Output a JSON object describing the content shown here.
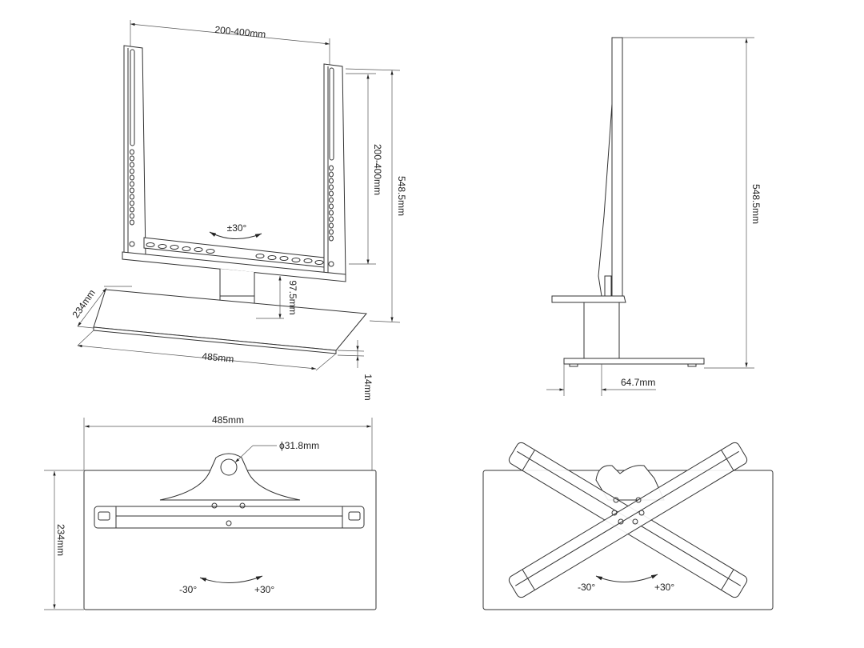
{
  "title": "TV stand dimension drawing",
  "front_view": {
    "width_range": "200-400mm",
    "height_range": "200-400mm",
    "total_height": "548.5mm",
    "swivel": "±30°",
    "column_height": "97.5mm",
    "base_depth": "234mm",
    "base_width": "485mm",
    "base_thickness": "14mm"
  },
  "side_view": {
    "total_height": "548.5mm",
    "offset": "64.7mm"
  },
  "top_view": {
    "base_width": "485mm",
    "base_depth": "234mm",
    "pole_diameter": "ϕ31.8mm",
    "rotation_left": "-30°",
    "rotation_right": "+30°"
  },
  "rotated_view": {
    "rotation_left": "-30°",
    "rotation_right": "+30°"
  },
  "colors": {
    "line": "#333333",
    "background": "#ffffff"
  }
}
